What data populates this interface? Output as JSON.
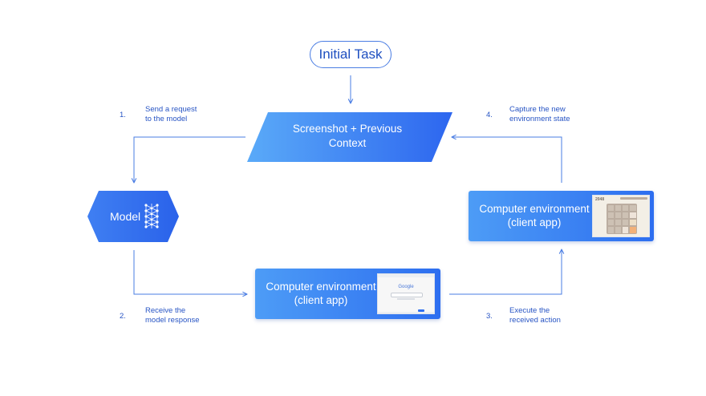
{
  "initial_task": "Initial Task",
  "screenshot_box": {
    "line1": "Screenshot + Previous",
    "line2": "Context"
  },
  "model": {
    "label": "Model",
    "icon": "neural-network-icon"
  },
  "env_bottom": {
    "line1": "Computer environment",
    "line2": "(client app)",
    "thumbnail_logo": "Google"
  },
  "env_right": {
    "line1": "Computer environment",
    "line2": "(client app)",
    "thumbnail_title": "2048"
  },
  "steps": [
    {
      "num": "1.",
      "line1": "Send a request",
      "line2": "to the model"
    },
    {
      "num": "2.",
      "line1": "Receive the",
      "line2": "model response"
    },
    {
      "num": "3.",
      "line1": "Execute the",
      "line2": "received action"
    },
    {
      "num": "4.",
      "line1": "Capture the new",
      "line2": "environment state"
    }
  ],
  "colors": {
    "accent": "#2f6ff0",
    "light": "#56a8f8",
    "arrow": "#4a7de3",
    "text": "#2754c4"
  }
}
